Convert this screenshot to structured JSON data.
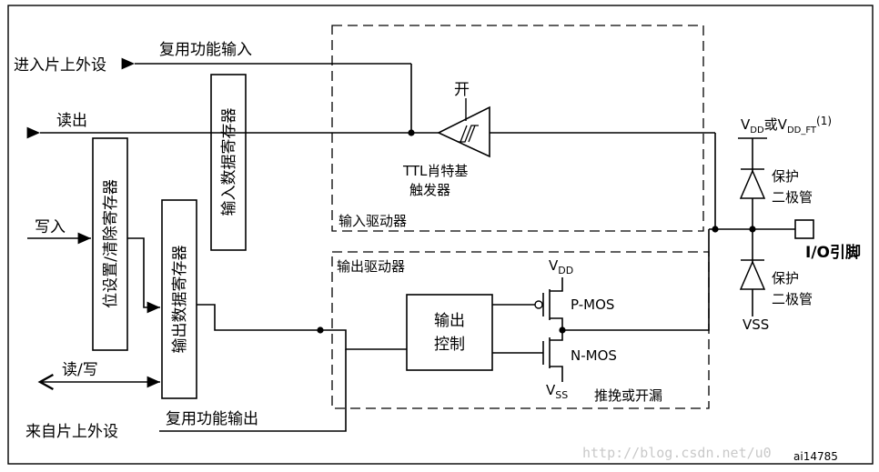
{
  "labels": {
    "input_to_peripheral": "进入片上外设",
    "alt_func_input": "复用功能输入",
    "read_out": "读出",
    "write_in": "写入",
    "read_write": "读/写",
    "from_peripheral": "来自片上外设",
    "alt_func_output": "复用功能输出",
    "bit_set_reset_reg": "位设置/清除寄存器",
    "input_data_reg": "输入数据寄存器",
    "output_data_reg": "输出数据寄存器",
    "on": "开",
    "ttl_schmitt_1": "TTL肖特基",
    "ttl_schmitt_2": "触发器",
    "input_driver": "输入驱动器",
    "output_driver": "输出驱动器",
    "output_control_1": "输出",
    "output_control_2": "控制",
    "vdd_v": "V",
    "vdd_sub": "DD",
    "vss_v": "V",
    "vss_sub": "SS",
    "pmos": "P-MOS",
    "nmos": "N-MOS",
    "push_pull_open_drain": "推挽或开漏",
    "top_rail_v1": "V",
    "top_rail_sub1": "DD",
    "top_rail_or": "或V",
    "top_rail_sub2": "DD_FT",
    "top_rail_sup": "(1)",
    "protect_1": "保护",
    "protect_2": "二极管",
    "io_pin": "I/O引脚",
    "vss_bottom": "VSS",
    "watermark": "http://blog.csdn.net/u0 ",
    "figure_code": "ai14785"
  }
}
